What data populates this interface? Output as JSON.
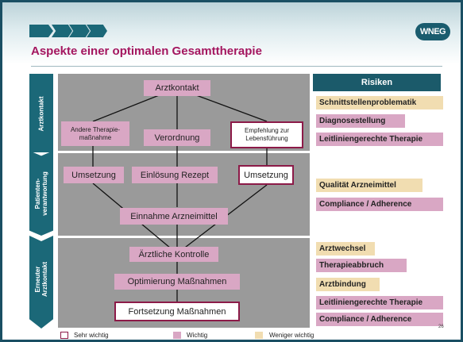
{
  "title": "Aspekte einer optimalen Gesamttherapie",
  "logo": "WNEG",
  "page_number": "26",
  "colors": {
    "teal": "#1b6878",
    "magenta_title": "#a4165f",
    "pink": "#d9a7c4",
    "beige": "#f1ddb1",
    "panel_gray": "#9a9a9a"
  },
  "sections": [
    {
      "label": "Arztkontakt"
    },
    {
      "label": "Patienten-\nverantwortung"
    },
    {
      "label": "Erneuter\nArztkontakt"
    }
  ],
  "diagram": {
    "arztkontakt": "Arztkontakt",
    "andere_therapie": "Andere Therapie-\nmaßnahme",
    "verordnung": "Verordnung",
    "empfehlung": "Empfehlung zur\nLebensführung",
    "umsetzung_left": "Umsetzung",
    "einloesung": "Einlösung Rezept",
    "umsetzung_right": "Umsetzung",
    "einnahme": "Einnahme Arzneimittel",
    "kontrolle": "Ärztliche Kontrolle",
    "optimierung": "Optimierung Maßnahmen",
    "fortsetzung": "Fortsetzung Maßnahmen"
  },
  "risks": {
    "header": "Risiken",
    "items": [
      {
        "text": "Schnittstellenproblematik",
        "level": "Weniger wichtig"
      },
      {
        "text": "Diagnosestellung",
        "level": "Wichtig"
      },
      {
        "text": "Leitliniengerechte Therapie",
        "level": "Wichtig"
      },
      {
        "text": "Qualität Arzneimittel",
        "level": "Weniger wichtig"
      },
      {
        "text": "Compliance / Adherence",
        "level": "Wichtig"
      },
      {
        "text": "Arztwechsel",
        "level": "Weniger wichtig"
      },
      {
        "text": "Therapieabbruch",
        "level": "Wichtig"
      },
      {
        "text": "Arztbindung",
        "level": "Weniger wichtig"
      },
      {
        "text": "Leitliniengerechte Therapie",
        "level": "Wichtig"
      },
      {
        "text": "Compliance / Adherence",
        "level": "Wichtig"
      }
    ]
  },
  "legend": {
    "sehr_wichtig": "Sehr wichtig",
    "wichtig": "Wichtig",
    "weniger_wichtig": "Weniger wichtig"
  }
}
